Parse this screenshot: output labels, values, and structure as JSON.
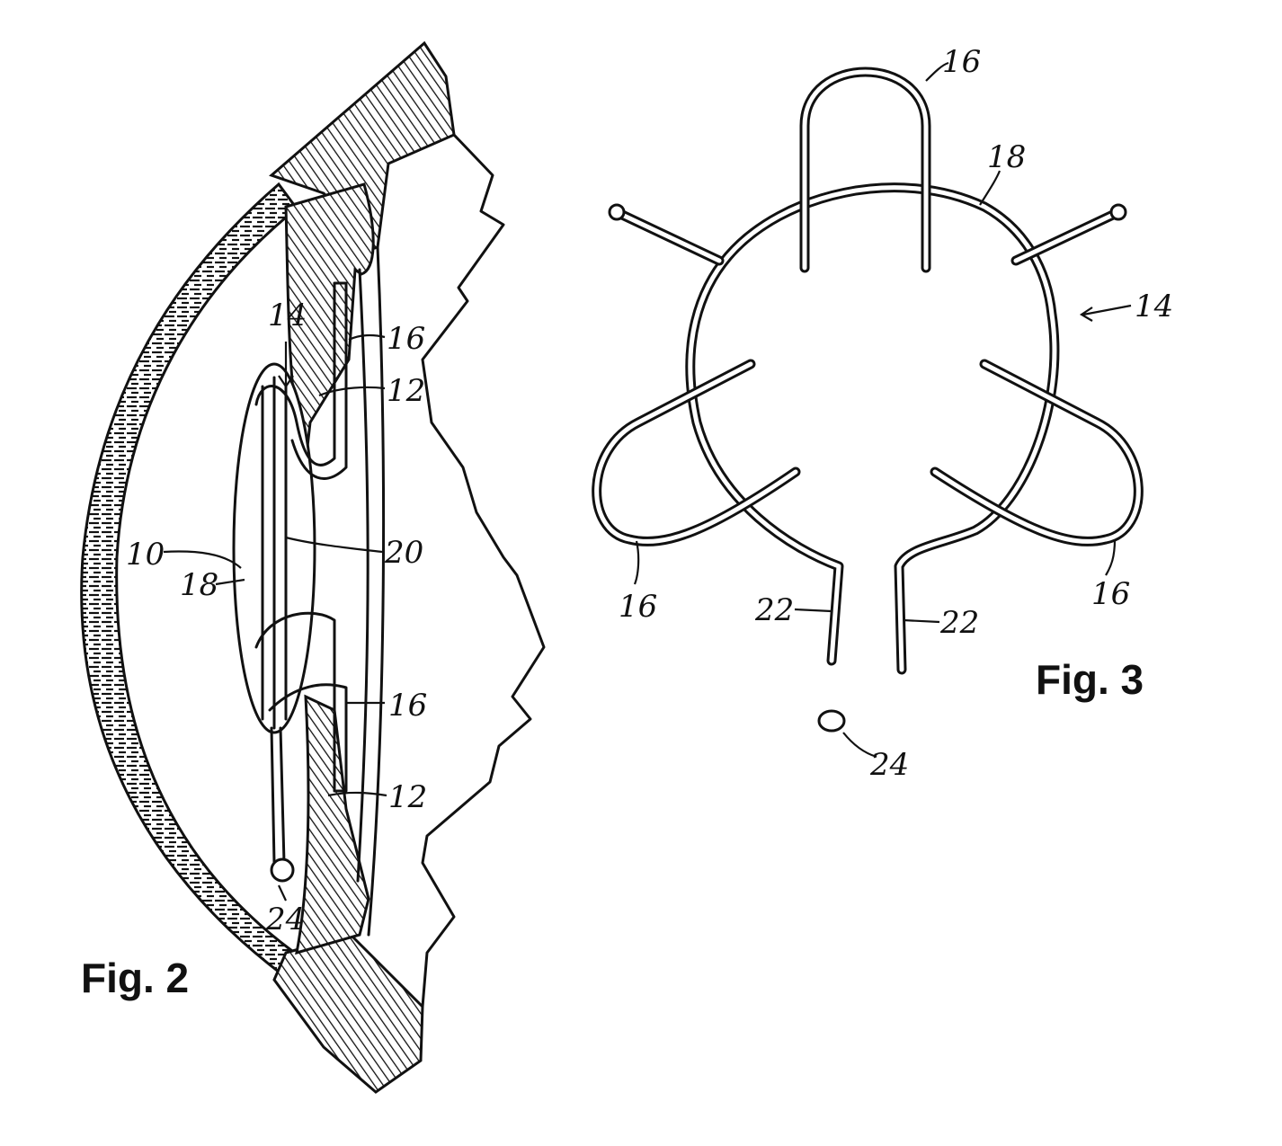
{
  "figures": [
    {
      "title": "Fig. 2",
      "labels": {
        "iris_haptic_top": "16",
        "iris_top": "12",
        "implant_arrow": "14",
        "lens_ref": "10",
        "ring_ref": "18",
        "optic_ref": "20",
        "iris_haptic_bottom": "16",
        "iris_bottom": "12",
        "bead_ref": "24"
      }
    },
    {
      "title": "Fig. 3",
      "labels": {
        "haptic_top": "16",
        "ring": "18",
        "implant": "14",
        "haptic_left": "16",
        "haptic_right": "16",
        "leg_left": "22",
        "leg_right": "22",
        "bead": "24"
      }
    }
  ]
}
